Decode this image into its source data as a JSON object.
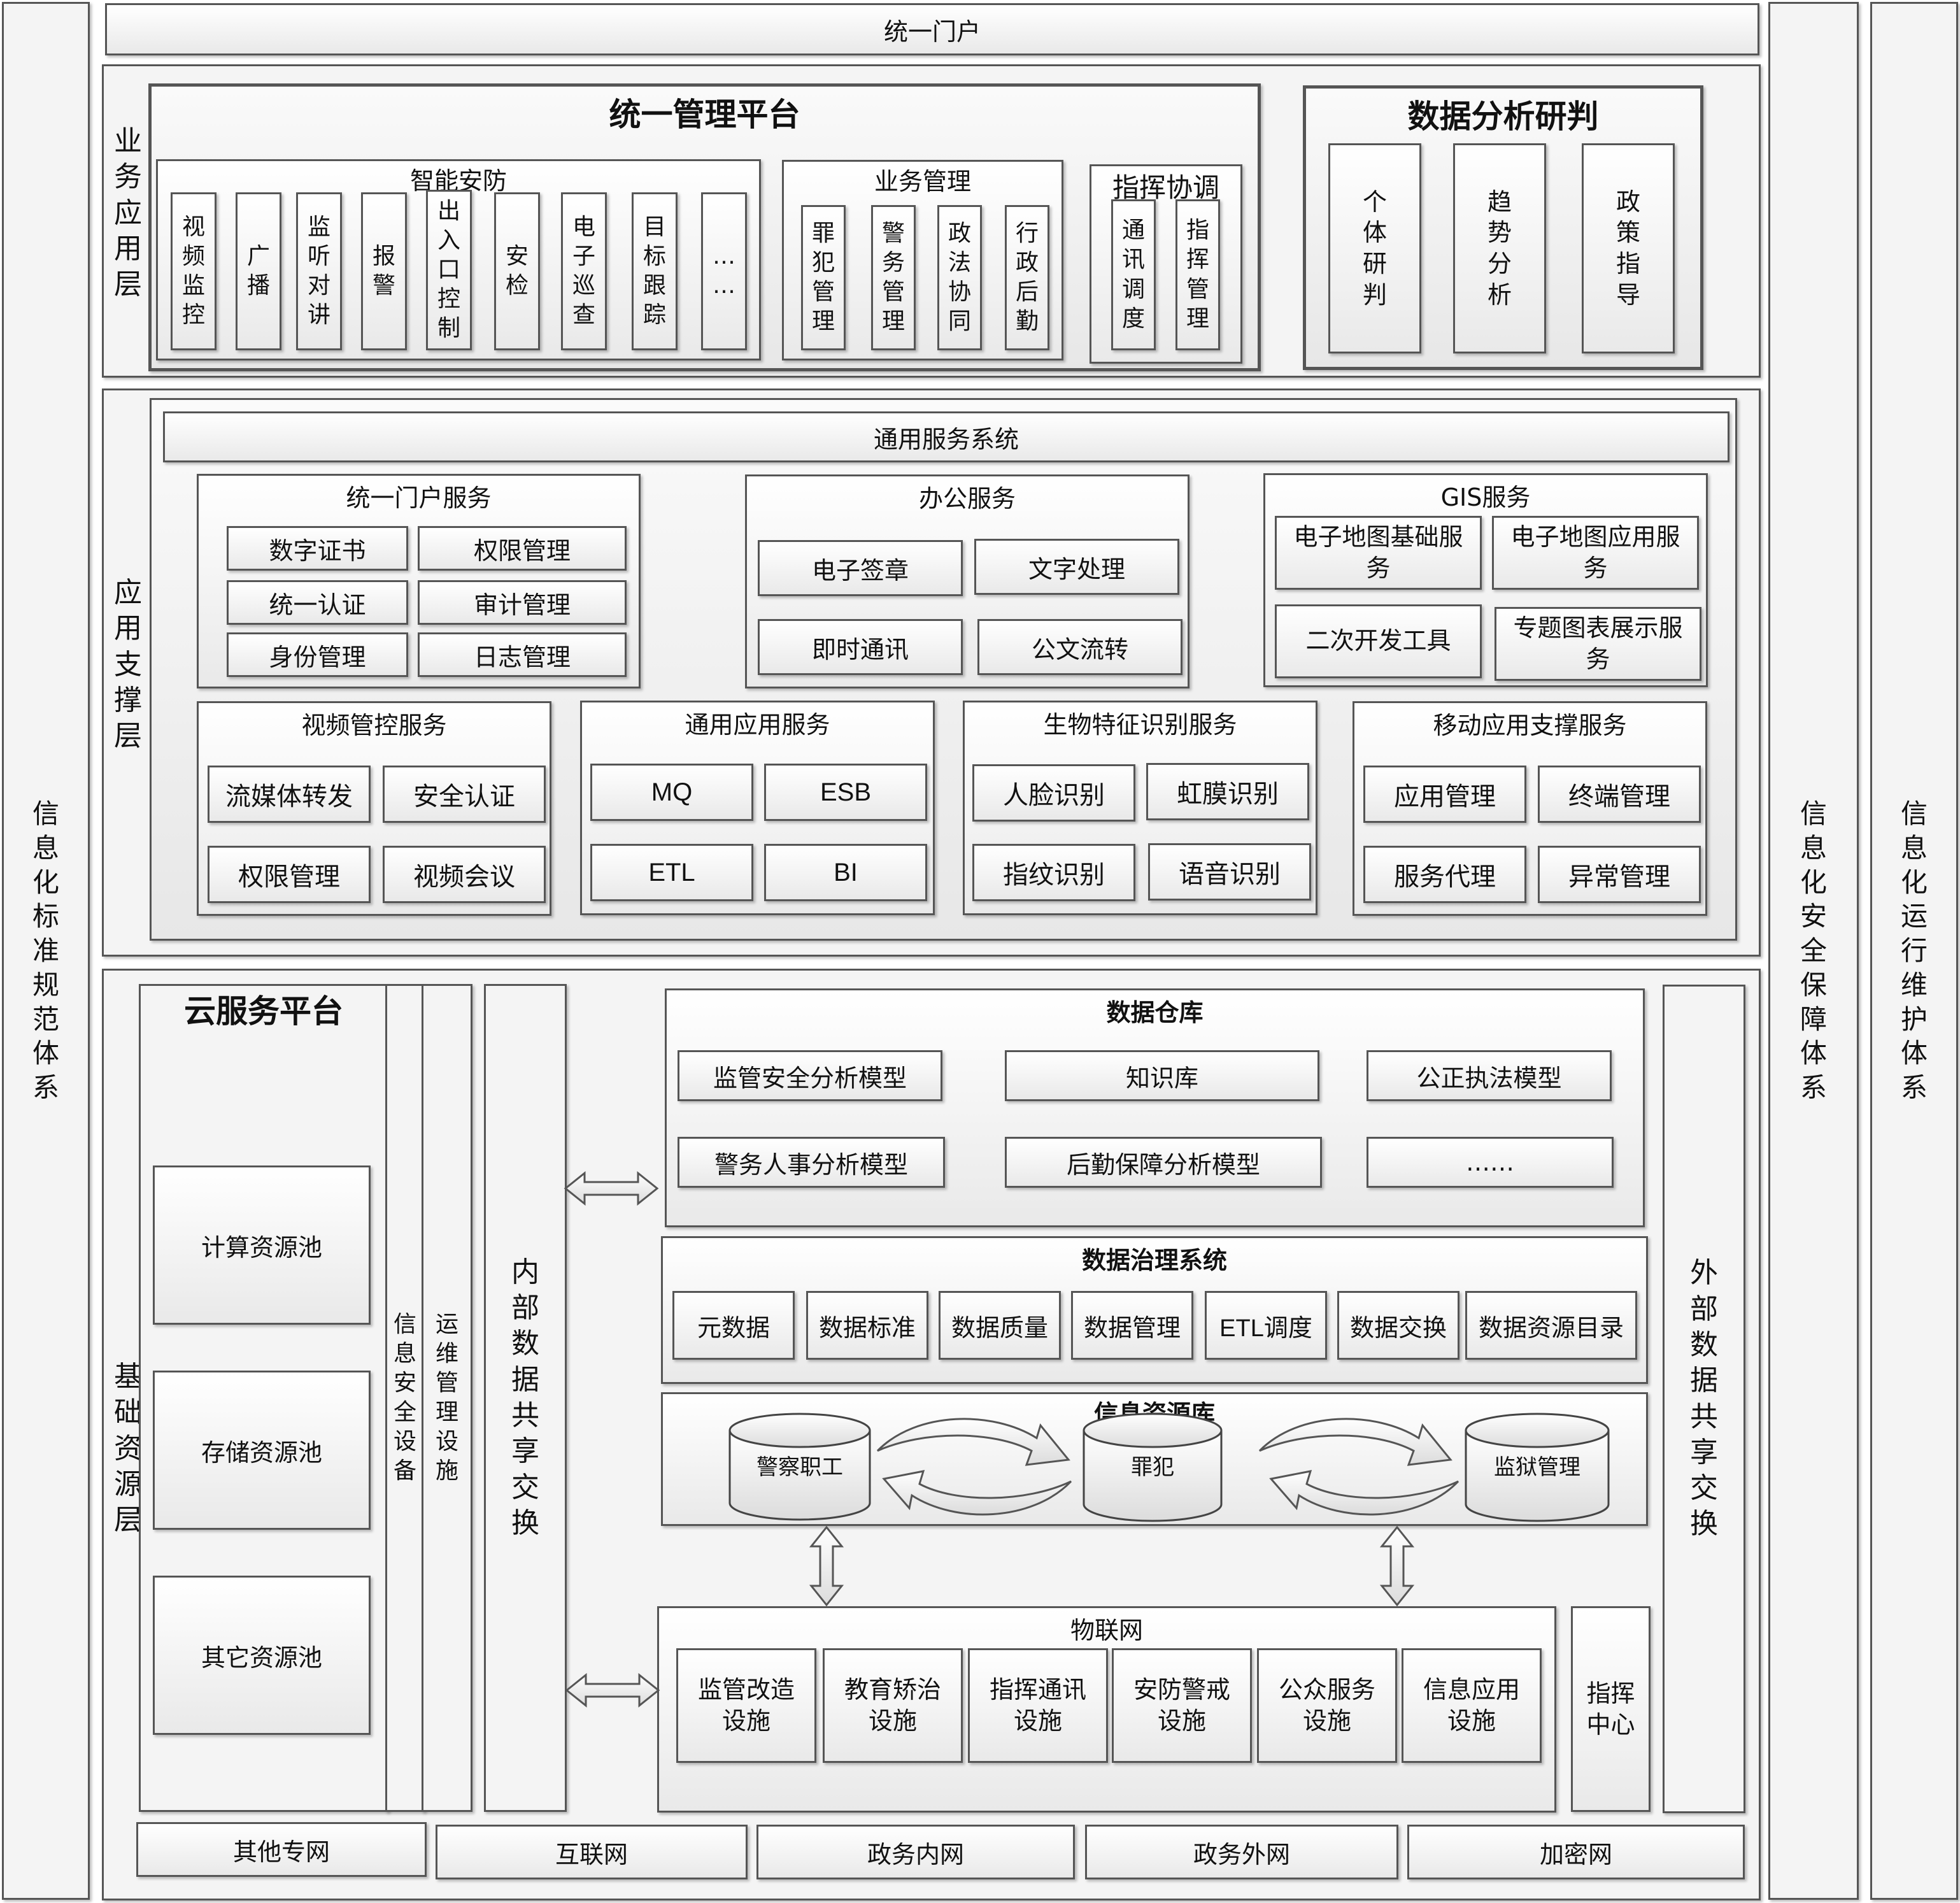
{
  "left_vertical": "信息化标准规范体系",
  "right_vertical_1": "信息化安全保障体系",
  "right_vertical_2": "信息化运行维护体系",
  "top_portal": "统一门户",
  "layer_business": "业务应用层",
  "layer_support": "应用支撑层",
  "layer_foundation": "基础资源层",
  "unified_platform": {
    "title": "统一管理平台",
    "smart_security": {
      "title": "智能安防",
      "items": [
        "视频监控",
        "广播",
        "监听对讲",
        "报警",
        "出入口控制",
        "安检",
        "电子巡查",
        "目标跟踪",
        "……"
      ]
    },
    "business_mgmt": {
      "title": "业务管理",
      "items": [
        "罪犯管理",
        "警务管理",
        "政法协同",
        "行政后勤"
      ]
    },
    "command": {
      "title": "指挥协调",
      "items": [
        "通讯调度",
        "指挥管理"
      ]
    }
  },
  "data_analysis": {
    "title": "数据分析研判",
    "items": [
      "个体研判",
      "趋势分析",
      "政策指导"
    ]
  },
  "general_service_system": "通用服务系统",
  "portal_service": {
    "title": "统一门户服务",
    "items": [
      "数字证书",
      "权限管理",
      "统一认证",
      "审计管理",
      "身份管理",
      "日志管理"
    ]
  },
  "office_service": {
    "title": "办公服务",
    "items": [
      "电子签章",
      "文字处理",
      "即时通讯",
      "公文流转"
    ]
  },
  "gis_service": {
    "title": "GIS服务",
    "items": [
      "电子地图基础服务",
      "电子地图应用服务",
      "二次开发工具",
      "专题图表展示服务"
    ]
  },
  "video_service": {
    "title": "视频管控服务",
    "items": [
      "流媒体转发",
      "安全认证",
      "权限管理",
      "视频会议"
    ]
  },
  "common_app_service": {
    "title": "通用应用服务",
    "items": [
      "MQ",
      "ESB",
      "ETL",
      "BI"
    ]
  },
  "bio_service": {
    "title": "生物特征识别服务",
    "items": [
      "人脸识别",
      "虹膜识别",
      "指纹识别",
      "语音识别"
    ]
  },
  "mobile_service": {
    "title": "移动应用支撑服务",
    "items": [
      "应用管理",
      "终端管理",
      "服务代理",
      "异常管理"
    ]
  },
  "cloud_platform": {
    "title": "云服务平台",
    "pools": [
      "计算资源池",
      "存储资源池",
      "其它资源池"
    ],
    "security_devices": "信息安全设备",
    "ops_facilities": "运维管理设施",
    "internal_exchange": "内部数据共享交换"
  },
  "data_warehouse": {
    "title": "数据仓库",
    "items": [
      "监管安全分析模型",
      "知识库",
      "公正执法模型",
      "警务人事分析模型",
      "后勤保障分析模型",
      "……"
    ]
  },
  "data_governance": {
    "title": "数据治理系统",
    "items": [
      "元数据",
      "数据标准",
      "数据质量",
      "数据管理",
      "ETL调度",
      "数据交换",
      "数据资源目录"
    ]
  },
  "info_resource": {
    "title": "信息资源库",
    "dbs": [
      "警察职工",
      "罪犯",
      "监狱管理"
    ]
  },
  "iot": {
    "title": "物联网",
    "items": [
      "监管改造设施",
      "教育矫治设施",
      "指挥通讯设施",
      "安防警戒设施",
      "公众服务设施",
      "信息应用设施"
    ]
  },
  "command_center": "指挥中心",
  "external_exchange": "外部数据共享交换",
  "networks": [
    "其他专网",
    "互联网",
    "政务内网",
    "政务外网",
    "加密网"
  ]
}
